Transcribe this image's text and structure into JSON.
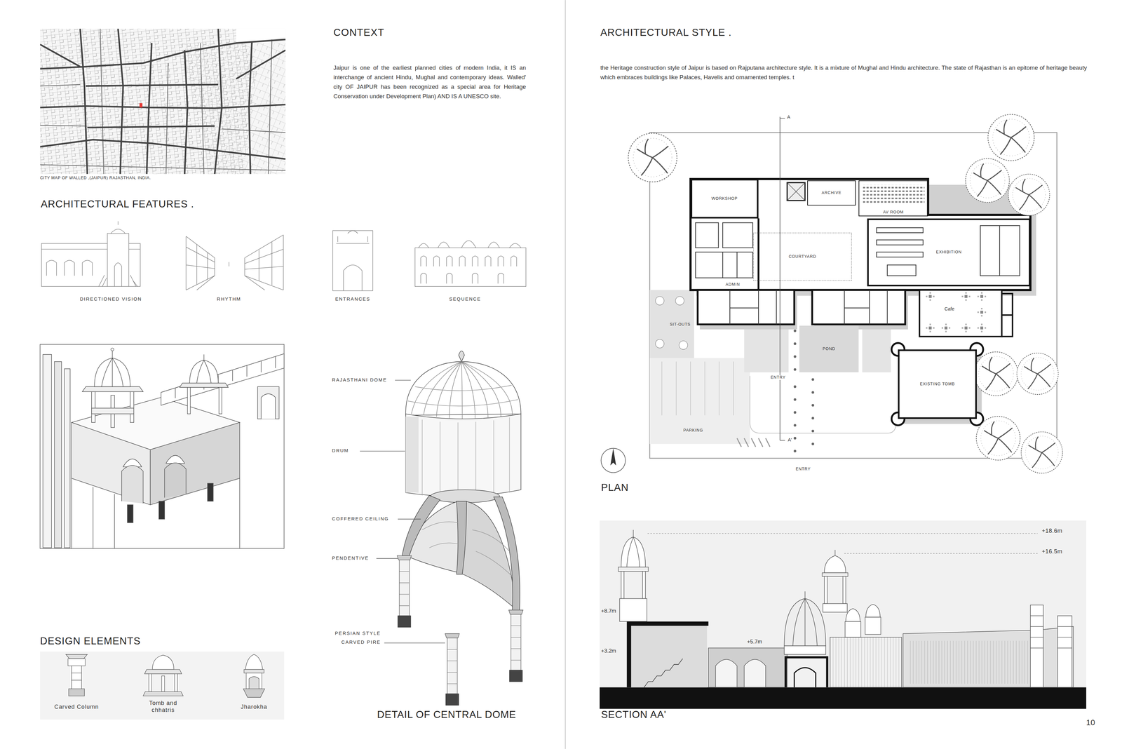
{
  "diagram": {
    "nodes": [
      {
        "text": [
          "WORKSHOP"
        ]
      },
      {
        "text": [
          "ARCHIVE"
        ]
      },
      {
        "text": [
          "AV ROOM"
        ]
      },
      {
        "text": [
          "COURTYARD"
        ]
      },
      {
        "text": [
          "EXHIBITION"
        ]
      },
      {
        "text": [
          "POND"
        ]
      },
      {
        "text": [
          "EXISTING TOMB"
        ]
      }
    ],
    "labels": [
      "CITY MAP OF WALLED ,(JAIPUR) RAJASTHAN, INDIA.",
      "CONTEXT",
      "Jaipur is one of the earliest planned cities of modern India, it IS an interchange of ancient Hindu, Mughal and contemporary ideas. Walled' city OF JAIPUR has been recognized as a special area for Heritage Conservation under Development Plan) AND IS A UNESCO site.",
      "ARCHITECTURAL FEATURES .",
      "DIRECTIONED VISION",
      "RHYTHM",
      "ENTRANCES",
      "SEQUENCE",
      "DESIGN ELEMENTS",
      "Carved Column",
      "Tomb and chhatris",
      "Jharokha",
      "RAJASTHANI DOME",
      "DRUM",
      "COFFERED CEILING",
      "PENDENTIVE",
      "PERSIAN STYLE CARVED PIRE",
      "DETAIL OF CENTRAL DOME",
      "ARCHITECTURAL STYLE .",
      "the Heritage construction style of Jaipur is based on Rajputana architecture style. It is a mixture of Mughal and Hindu architecture. The state of Rajasthan is an epitome of heritage beauty which embraces buildings like Palaces, Havelis and ornamented temples. t",
      "A",
      "A'",
      "ADMIN",
      "SIT-OUTS",
      "Cafe",
      "ENTRY",
      "PARKING",
      "ENTRY",
      "PLAN",
      "+18.6m",
      "+16.5m",
      "+8.7m",
      "+5.7m",
      "+3.2m",
      "SECTION AA'",
      "10"
    ]
  }
}
